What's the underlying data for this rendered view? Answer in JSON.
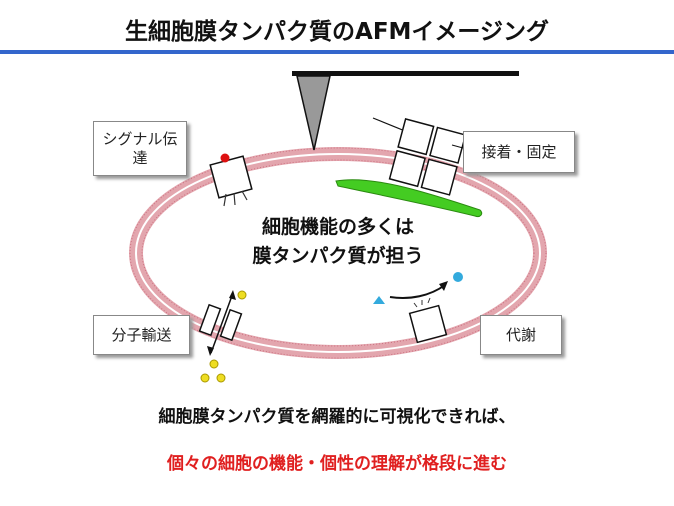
{
  "title": "生細胞膜タンパク質のAFMイメージング",
  "labels": {
    "signal": "シグナル伝達",
    "adhesion": "接着・固定",
    "transport": "分子輸送",
    "metabolism": "代謝"
  },
  "center_text": [
    "細胞機能の多くは",
    "膜タンパク質が担う"
  ],
  "bottom_text": "細胞膜タンパク質を網羅的に可視化できれば、",
  "conclusion": "個々の細胞の機能・個性の理解が格段に進む",
  "colors": {
    "accent_line": "#3366cc",
    "membrane": "#e0a0a8",
    "conclusion": "#e02020",
    "green": "#44cc22",
    "ligand": "#dd1111",
    "product": "#33aadd",
    "solute": "#eedd22"
  }
}
